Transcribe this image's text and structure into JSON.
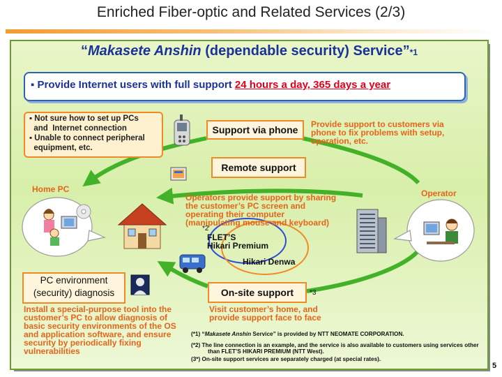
{
  "slide": {
    "title": "Enriched Fiber-optic and Related Services (2/3)",
    "page_number": "5"
  },
  "service": {
    "quote_open": "“",
    "name_italic": "Makasete Anshin",
    "name_rest": " (dependable security) Service”",
    "footnote_mark": "*1"
  },
  "banner": {
    "bullet": "▪",
    "text": "Provide Internet users with full support ",
    "highlight": "24 hours a day, 365 days a year"
  },
  "problems": [
    "▪ Not sure how to set up PCs",
    "  and  Internet connection",
    "▪ Unable to connect peripheral",
    "  equipment, etc."
  ],
  "phone_support": {
    "label": "Support via phone",
    "desc": [
      "Provide support to customers via",
      "phone to fix problems with setup,",
      "operation, etc."
    ]
  },
  "remote_support": {
    "label": "Remote support",
    "desc": [
      "Operators provide support by sharing",
      "the customer’s PC screen and",
      "operating their computer",
      "(manipulating mouse and keyboard)"
    ]
  },
  "onsite_support": {
    "label": "On-site support",
    "mark": "*3",
    "desc": [
      "Visit customer’s home, and",
      "provide support face to face"
    ]
  },
  "home_pc_label": "Home PC",
  "operator_label": "Operator",
  "network": {
    "mark": "*2",
    "flets": "FLET’S",
    "hikari_premium": "Hikari Premium",
    "hikari_denwa": "Hikari Denwa"
  },
  "pc_env": {
    "line1": "PC environment",
    "line2": "(security) diagnosis",
    "desc": [
      "Install a special-purpose tool into the",
      "customer’s PC to allow diagnosis of",
      "basic security environments of the OS",
      "and application software, and ensure",
      "security by periodically fixing",
      "vulnerabilities"
    ]
  },
  "notes": {
    "n1_prefix": "(*1) “",
    "n1_italic": "Makasete Anshin",
    "n1_rest": " Service” is provided by NTT NEOMATE CORPORATION.",
    "n2a": "(*2) The line connection is an example, and the service is also available to customers using services other",
    "n2b": "than FLET’S HIKARI PREMIUM (NTT West).",
    "n3": "(3*) On-site support services are separately charged (at special rates)."
  },
  "colors": {
    "title_blue": "#1a3399",
    "highlight_red": "#e0001b",
    "orange_text": "#e8641a",
    "arrow_green": "#44b229",
    "panel_border": "#6a9c2e"
  },
  "icons": [
    "phone-icon",
    "monitor-screen-icon",
    "house-icon",
    "van-icon",
    "security-person-icon",
    "cd-icon",
    "family-pc-icon",
    "operator-icon",
    "building-icon"
  ]
}
